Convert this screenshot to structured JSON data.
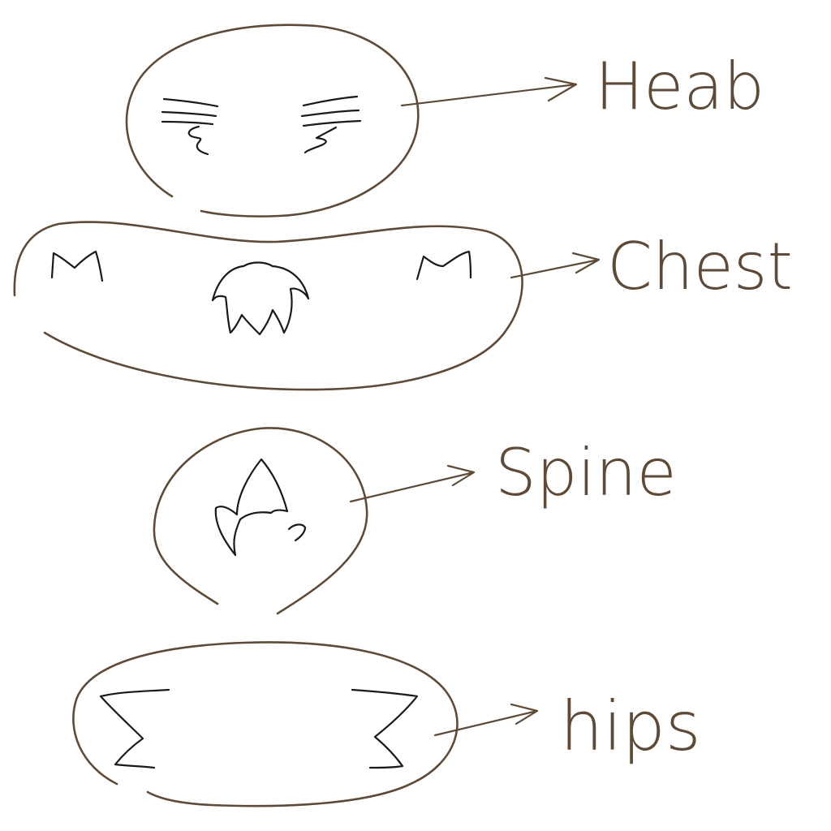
{
  "diagram": {
    "stroke_color": "#5e4a36",
    "ink_color": "#1a1a1a",
    "background": "#ffffff",
    "parts": [
      {
        "id": "head",
        "label": "Heab"
      },
      {
        "id": "chest",
        "label": "Chest"
      },
      {
        "id": "spine",
        "label": "Spine"
      },
      {
        "id": "hips",
        "label": "hips"
      }
    ]
  }
}
